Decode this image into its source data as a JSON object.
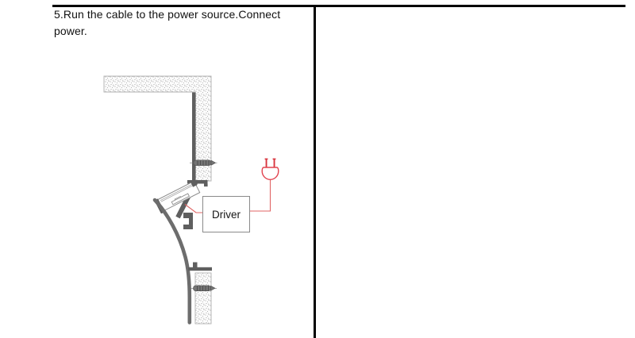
{
  "page": {
    "step_text": "5.Run the cable to the power source.Connect power."
  },
  "diagram": {
    "driver_label": "Driver",
    "colors": {
      "wire_red": "#e06565",
      "plug_red": "#d8353e",
      "plug_outline_red": "#e2434f",
      "metal_dark": "#5f5f5f",
      "outline_gray": "#8c8c8c",
      "wall_speckle": "#909090",
      "rule_black": "#000000"
    },
    "icons": [
      "power-plug-icon",
      "mounting-screw-icon",
      "wall-hatch-section",
      "led-profile-channel",
      "cove-cover-curve",
      "driver-box"
    ]
  }
}
